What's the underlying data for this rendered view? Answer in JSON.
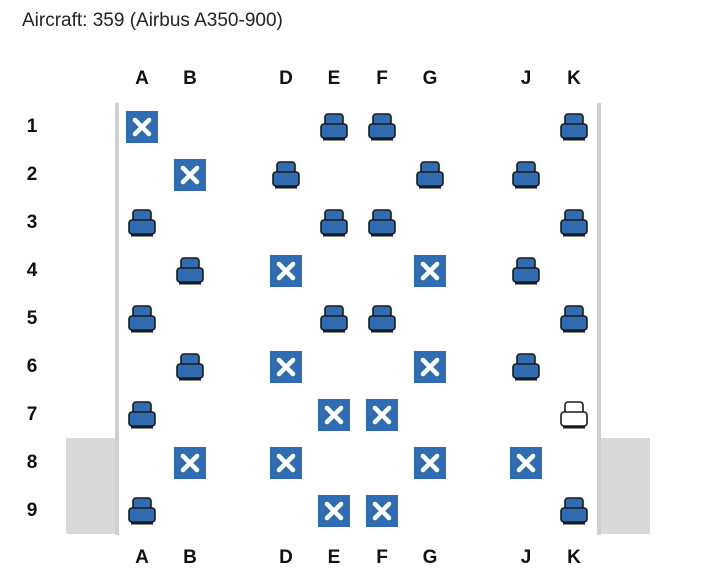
{
  "aircraft_label": "Aircraft: 359 (Airbus A350-900)",
  "columns": [
    "A",
    "B",
    "D",
    "E",
    "F",
    "G",
    "J",
    "K"
  ],
  "rows": [
    {
      "number": "1",
      "seats": {
        "A": "occupied",
        "E": "available",
        "F": "available",
        "K": "available"
      }
    },
    {
      "number": "2",
      "seats": {
        "B": "occupied",
        "D": "available",
        "G": "available",
        "J": "available"
      }
    },
    {
      "number": "3",
      "seats": {
        "A": "available",
        "E": "available",
        "F": "available",
        "K": "available"
      }
    },
    {
      "number": "4",
      "seats": {
        "B": "available",
        "D": "occupied",
        "G": "occupied",
        "J": "available"
      }
    },
    {
      "number": "5",
      "seats": {
        "A": "available",
        "E": "available",
        "F": "available",
        "K": "available"
      }
    },
    {
      "number": "6",
      "seats": {
        "B": "available",
        "D": "occupied",
        "G": "occupied",
        "J": "available"
      }
    },
    {
      "number": "7",
      "seats": {
        "A": "available",
        "E": "occupied",
        "F": "occupied",
        "K": "selected"
      }
    },
    {
      "number": "8",
      "seats": {
        "B": "occupied",
        "D": "occupied",
        "G": "occupied",
        "J": "occupied"
      }
    },
    {
      "number": "9",
      "seats": {
        "A": "available",
        "E": "occupied",
        "F": "occupied",
        "K": "available"
      }
    }
  ],
  "colors": {
    "seat_available": "#2f6db3",
    "seat_occupied": "#2f6db3",
    "seat_selected": "#ffffff",
    "seat_outline": "#1a1a1a"
  },
  "icons": {
    "available": "seat-icon",
    "occupied": "x-icon",
    "selected": "seat-outline-icon"
  }
}
